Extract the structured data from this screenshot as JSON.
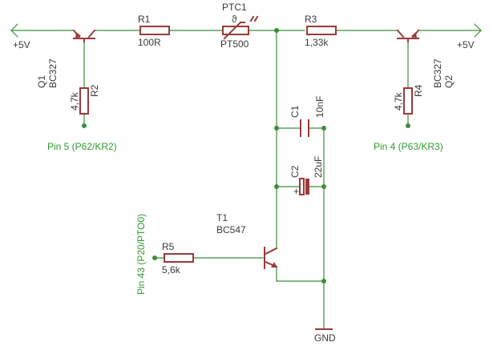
{
  "supply": {
    "left": "+5V",
    "right": "+5V"
  },
  "ground": "GND",
  "components": {
    "q1": {
      "name": "Q1",
      "value": "BC327"
    },
    "q2": {
      "name": "Q2",
      "value": "BC327"
    },
    "r1": {
      "name": "R1",
      "value": "100R"
    },
    "r2": {
      "name": "R2",
      "value": "4,7k"
    },
    "r3": {
      "name": "R3",
      "value": "1,33k"
    },
    "r4": {
      "name": "R4",
      "value": "4,7k"
    },
    "r5": {
      "name": "R5",
      "value": "5,6k"
    },
    "ptc1": {
      "name": "PTC1",
      "value": "PT500",
      "temperature_mark": "ϑ"
    },
    "c1": {
      "name": "C1",
      "value": "10nF"
    },
    "c2": {
      "name": "C2",
      "value": "22uF",
      "polarity_mark": "+"
    },
    "t1": {
      "name": "T1",
      "value": "BC547"
    }
  },
  "nets": {
    "pin5": "Pin 5 (P62/KR2)",
    "pin4": "Pin 4 (P63/KR3)",
    "pin43": "Pin 43 (P20/PTO0)"
  },
  "colors": {
    "wire": "#3c8c3c",
    "part": "#9a3a3a",
    "net_label": "#2f9a2f",
    "text": "#3a3a3a"
  }
}
